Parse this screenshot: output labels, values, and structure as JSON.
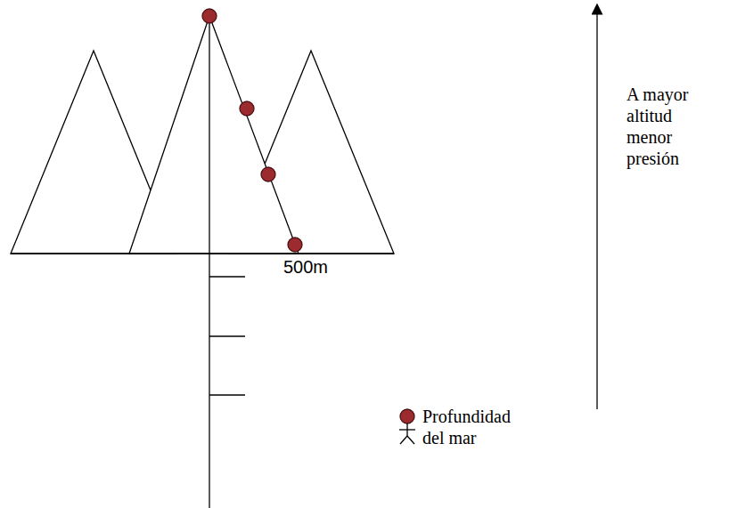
{
  "diagram": {
    "labels": [
      "500m",
      "A mayor altitud menor presión"
    ],
    "legend": [
      {
        "text": "Profundidad del mar"
      }
    ]
  }
}
